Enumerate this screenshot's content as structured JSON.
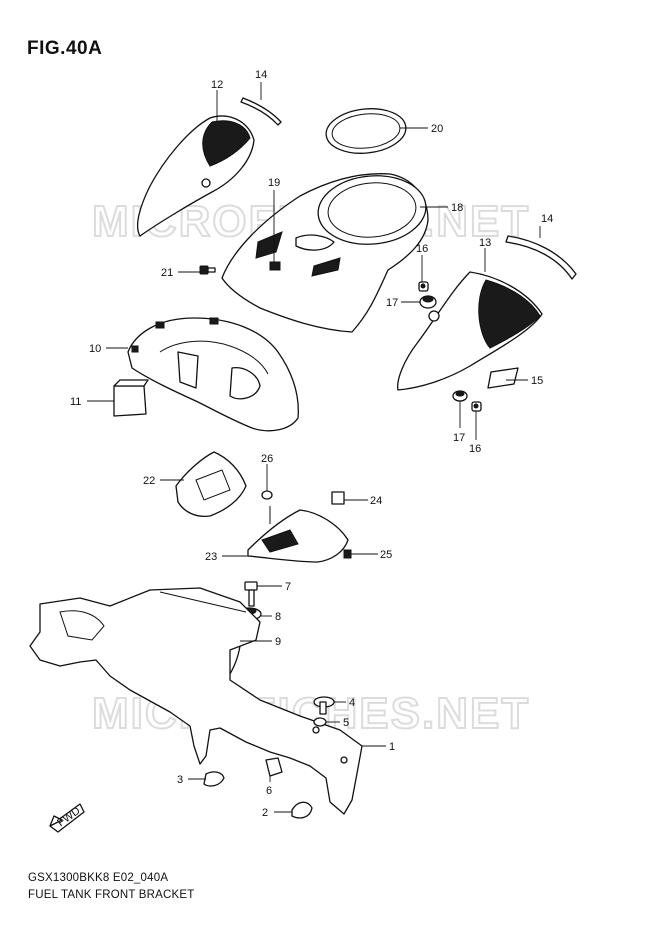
{
  "figure": {
    "title": "FIG.40A",
    "model_code": "GSX1300BKK8 E02_040A",
    "name": "FUEL TANK FRONT BRACKET"
  },
  "watermark": "MICROFICHES.NET",
  "callouts": [
    "12",
    "14",
    "20",
    "19",
    "18",
    "14",
    "13",
    "16",
    "17",
    "21",
    "10",
    "11",
    "15",
    "17",
    "16",
    "22",
    "26",
    "24",
    "23",
    "25",
    "7",
    "8",
    "9",
    "4",
    "5",
    "1",
    "3",
    "6",
    "2"
  ],
  "fwd_label": "FWD"
}
